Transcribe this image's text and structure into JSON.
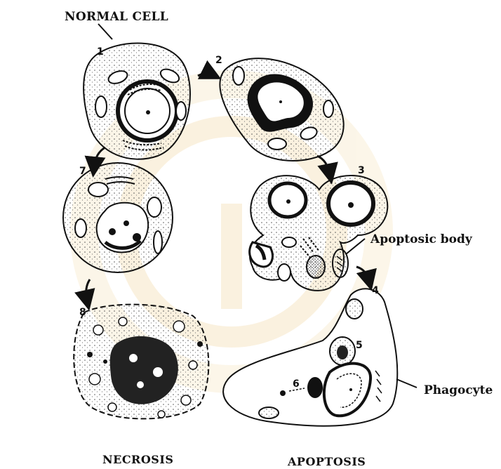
{
  "labels": {
    "normal_cell": "NORMAL CELL",
    "apoptosic_body": "Apoptosic body",
    "phagocyte": "Phagocyte",
    "necrosis": "NECROSIS",
    "apoptosis": "APOPTOSIS"
  },
  "steps": [
    "1",
    "2",
    "3",
    "4",
    "5",
    "6",
    "7",
    "8"
  ],
  "colors": {
    "ink": "#111111",
    "watermark": "#f3d9a6"
  }
}
